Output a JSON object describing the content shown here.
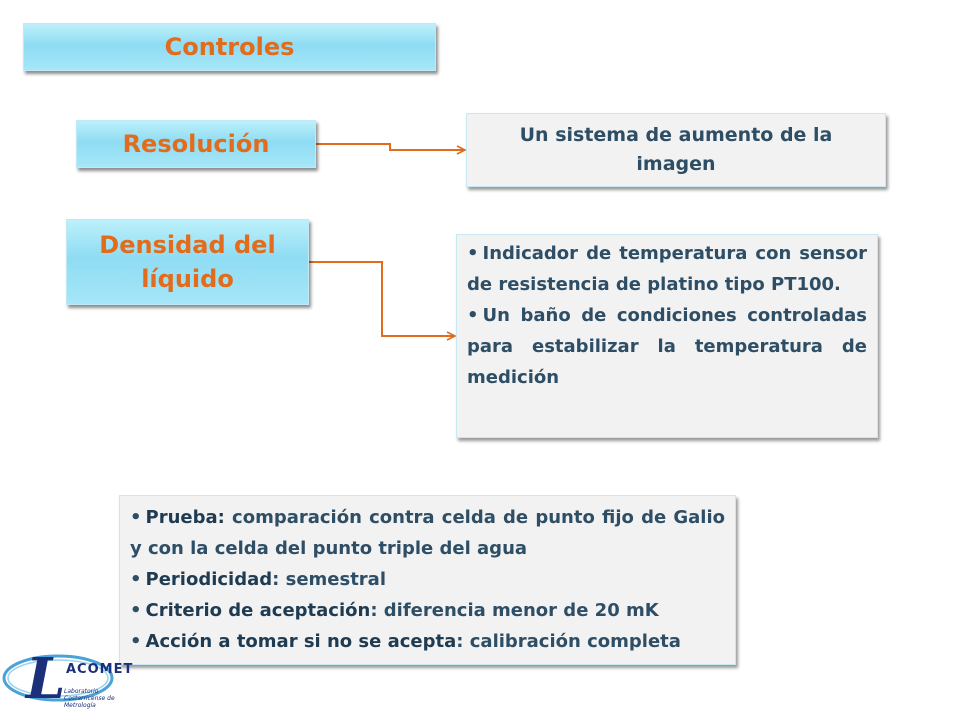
{
  "title": "Controles",
  "left_labels": {
    "resolucion": "Resolución",
    "densidad": "Densidad del líquido"
  },
  "right_boxes": {
    "aumento": "Un sistema de aumento de la imagen",
    "indicadores": [
      "Indicador de temperatura con sensor de resistencia de platino tipo PT100.",
      "Un baño de condiciones controladas para estabilizar la temperatura de medición"
    ]
  },
  "prueba_box": {
    "items": [
      {
        "term": "Prueba:",
        "text": " comparación contra celda de punto fijo de Galio y con la celda del punto triple del agua"
      },
      {
        "term": "Periodicidad",
        "text": ": semestral"
      },
      {
        "term": "Criterio de aceptación",
        "text": ": diferencia menor de 20 mK"
      },
      {
        "term": "Acción a tomar si no se acepta",
        "text": ": calibración completa"
      }
    ]
  },
  "logo": {
    "letter": "L",
    "name": "ACOMET",
    "subtitle": "Laboratorio Costarricense de Metrología"
  },
  "colors": {
    "accent_orange": "#e26b1c",
    "text_dark": "#2e4e66",
    "box_blue": "#a6e6f8",
    "box_gray": "#f2f2f2",
    "logo_blue": "#1b2f7a"
  }
}
